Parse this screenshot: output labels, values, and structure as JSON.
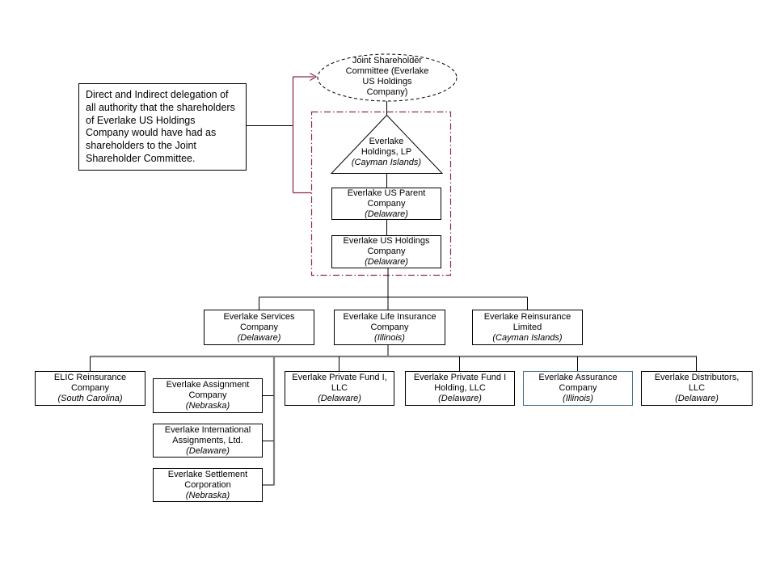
{
  "colors": {
    "maroon": "#8E2C44",
    "connector_gray": "#7F7F7F",
    "assurance_border": "#44708C",
    "line_black": "#000000"
  },
  "note": {
    "text": "Direct and Indirect delegation of all authority that the shareholders of Everlake US Holdings Company would have had as shareholders to the Joint Shareholder Committee."
  },
  "committee": {
    "name": "Joint Shareholder Committee (Everlake US Holdings Company)"
  },
  "nodes": {
    "holdings_lp": {
      "name": "Everlake Holdings, LP",
      "state": "(Cayman Islands)"
    },
    "us_parent": {
      "name": "Everlake US Parent Company",
      "state": "(Delaware)"
    },
    "us_holdings": {
      "name": "Everlake US Holdings Company",
      "state": "(Delaware)"
    },
    "services": {
      "name": "Everlake Services Company",
      "state": "(Delaware)"
    },
    "life": {
      "name": "Everlake Life Insurance Company",
      "state": "(Illinois)"
    },
    "reinsurance_ltd": {
      "name": "Everlake Reinsurance Limited",
      "state": "(Cayman Islands)"
    },
    "elic": {
      "name": "ELIC Reinsurance Company",
      "state": "(South Carolina)"
    },
    "assignment": {
      "name": "Everlake Assignment Company",
      "state": "(Nebraska)"
    },
    "intl_assignments": {
      "name": "Everlake International Assignments, Ltd.",
      "state": "(Delaware)"
    },
    "settlement": {
      "name": "Everlake Settlement Corporation",
      "state": "(Nebraska)"
    },
    "private_fund": {
      "name": "Everlake Private Fund I, LLC",
      "state": "(Delaware)"
    },
    "private_fund_holding": {
      "name": "Everlake Private Fund I Holding, LLC",
      "state": "(Delaware)"
    },
    "assurance": {
      "name": "Everlake Assurance Company",
      "state": "(Illinois)"
    },
    "distributors": {
      "name": "Everlake Distributors, LLC",
      "state": "(Delaware)"
    }
  }
}
